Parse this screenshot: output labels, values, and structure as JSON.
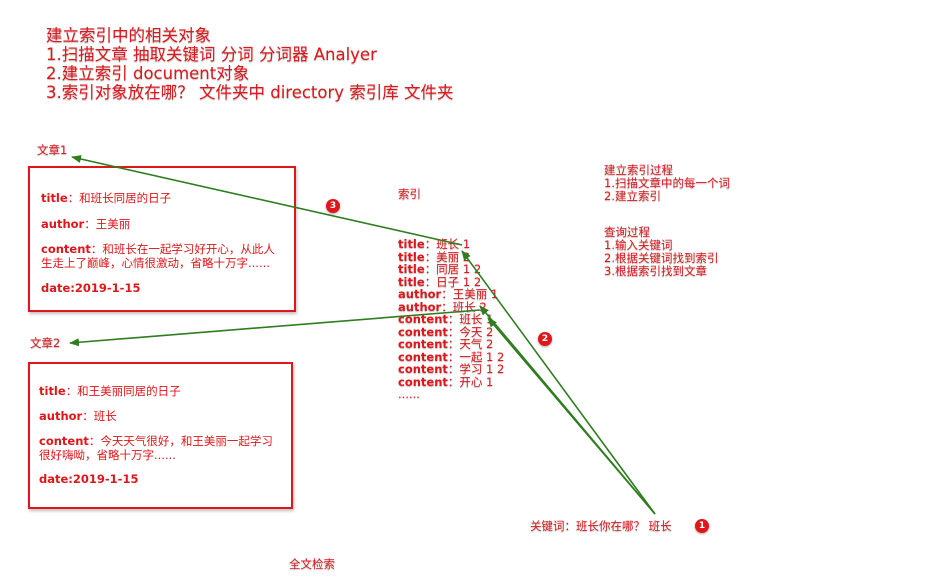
{
  "header": {
    "line1": "建立索引中的相关对象",
    "line2": "1.扫描文章 抽取关键词    分词    分词器 Analyer",
    "line3": "2.建立索引  document对象",
    "line4": "3.索引对象放在哪？ 文件夹中   directory 索引库 文件夹"
  },
  "article1": {
    "label": "文章1",
    "title_key": "title",
    "title_val": "：和班长同居的日子",
    "author_key": "author",
    "author_val": "：王美丽",
    "content_key": "content",
    "content_val1": "：和班长在一起学习好开心，从此人",
    "content_val2": "生走上了巅峰，心情很激动，省略十万字......",
    "date": "date:2019-1-15"
  },
  "article2": {
    "label": "文章2",
    "title_key": "title",
    "title_val": "：和王美丽同居的日子",
    "author_key": "author",
    "author_val": "：班长",
    "content_key": "content",
    "content_val1": "：今天天气很好，和王美丽一起学习",
    "content_val2": "很好嗨呦，省略十万字......",
    "date": "date:2019-1-15"
  },
  "index": {
    "heading": "索引",
    "rows": [
      {
        "key": "title",
        "val": "：班长 1"
      },
      {
        "key": "title",
        "val": "：美丽 2"
      },
      {
        "key": "title",
        "val": "：同居 1 2"
      },
      {
        "key": "title",
        "val": "：日子 1 2"
      },
      {
        "key": "author",
        "val": "：王美丽 1"
      },
      {
        "key": "author",
        "val": "：班长 2"
      },
      {
        "key": "content",
        "val": "：班长 1"
      },
      {
        "key": "content",
        "val": "：今天 2"
      },
      {
        "key": "content",
        "val": "：天气 2"
      },
      {
        "key": "content",
        "val": "：一起 1 2"
      },
      {
        "key": "content",
        "val": "：学习 1 2"
      },
      {
        "key": "content",
        "val": "：开心 1"
      }
    ],
    "ellipsis": "......"
  },
  "process": {
    "build_title": "建立索引过程",
    "build_1": "1.扫描文章中的每一个词",
    "build_2": "2.建立索引",
    "query_title": "查询过程",
    "query_1": "1.输入关键词",
    "query_2": "2.根据关键词找到索引",
    "query_3": "3.根据索引找到文章"
  },
  "keyword": "关键词：班长你在哪？  班长",
  "badges": {
    "one": "1",
    "two": "2",
    "three": "3"
  },
  "footer": "全文检索",
  "colors": {
    "text": "#e0161a",
    "arrow": "#2e7d1f"
  }
}
